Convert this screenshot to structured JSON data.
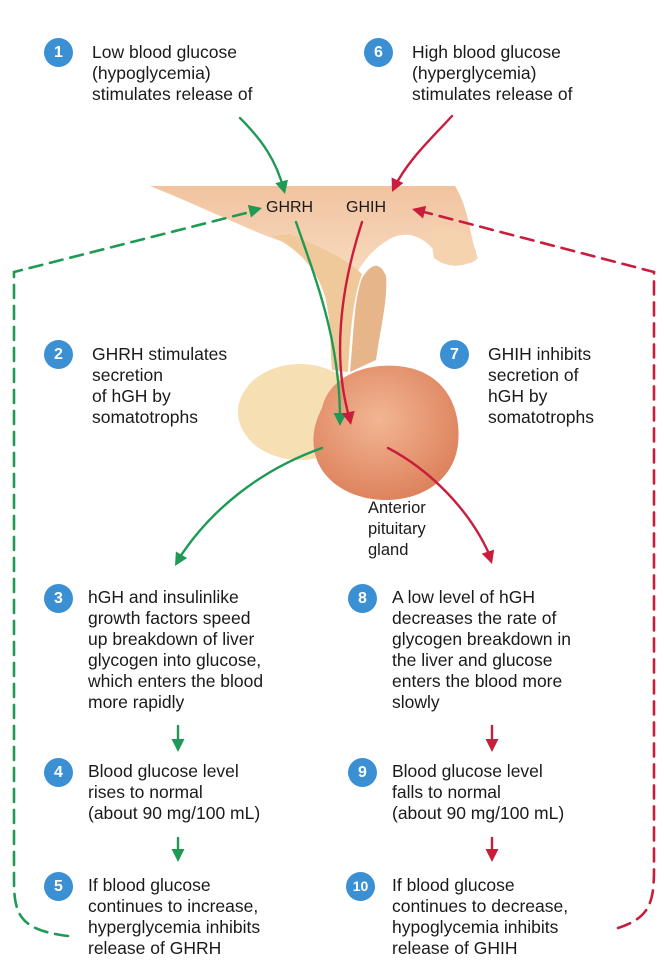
{
  "colors": {
    "increase_path": "#1f9a55",
    "decrease_path": "#c81e3c",
    "badge": "#3b8fd3",
    "hypothalamus": "#f3c89f",
    "pituitary_anterior": "#e99a75",
    "pituitary_posterior": "#f7ddb0"
  },
  "steps": [
    {
      "number": "1",
      "text": "Low blood glucose\n(hypoglycemia)\nstimulates release of"
    },
    {
      "number": "2",
      "text": "GHRH stimulates\nsecretion\nof hGH by\nsomatotrophs"
    },
    {
      "number": "3",
      "text": "hGH and insulinlike\ngrowth factors speed\nup breakdown of liver\nglycogen into glucose,\nwhich enters the blood\nmore rapidly"
    },
    {
      "number": "4",
      "text": "Blood glucose level\nrises to normal\n(about 90 mg/100 mL)"
    },
    {
      "number": "5",
      "text": "If blood glucose\ncontinues to increase,\nhyperglycemia inhibits\nrelease of GHRH"
    },
    {
      "number": "6",
      "text": "High blood glucose\n(hyperglycemia)\nstimulates release of"
    },
    {
      "number": "7",
      "text": "GHIH inhibits\nsecretion of\nhGH by\nsomatotrophs"
    },
    {
      "number": "8",
      "text": "A low level of hGH\ndecreases the rate of\nglycogen breakdown in\nthe liver and glucose\nenters the blood more\nslowly"
    },
    {
      "number": "9",
      "text": "Blood glucose level\nfalls to normal\n(about 90 mg/100 mL)"
    },
    {
      "number": "10",
      "text": "If blood glucose\ncontinues to decrease,\nhypoglycemia inhibits\nrelease of GHIH"
    }
  ],
  "hormones": {
    "ghrh": "GHRH",
    "ghih": "GHIH"
  },
  "gland_label": "Anterior\npituitary\ngland",
  "icons": {
    "step_badge": "numbered-circle",
    "arrow": "arrowhead"
  }
}
